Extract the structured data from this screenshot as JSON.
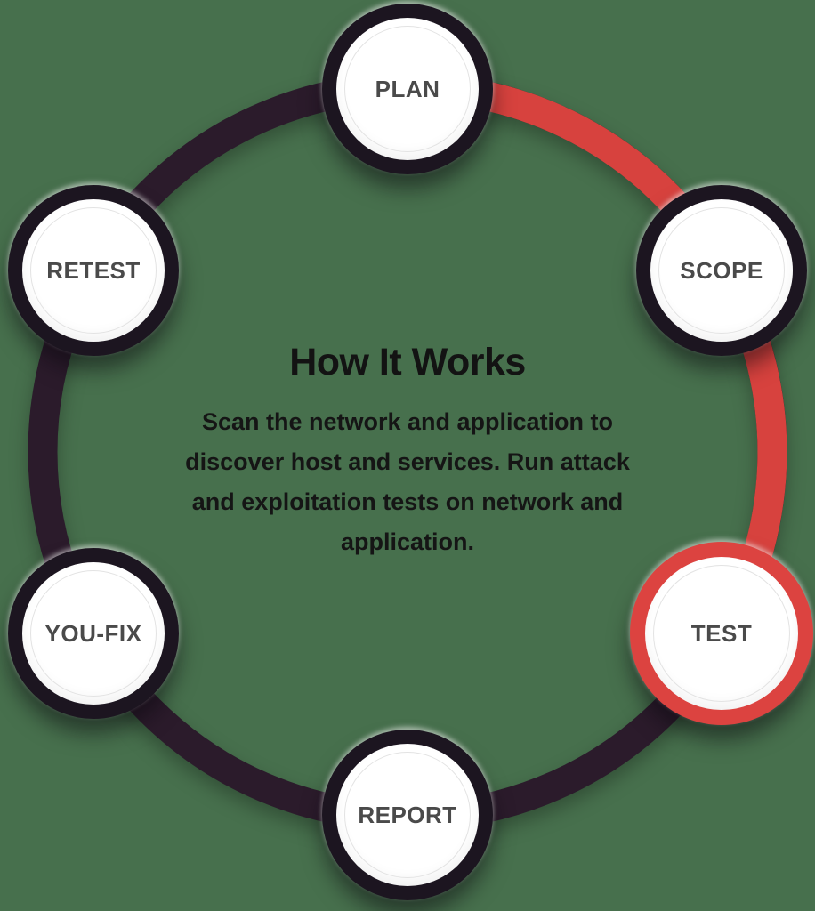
{
  "center": {
    "title": "How It Works",
    "description_lines": [
      "Scan the network and application to",
      "discover host and services. Run attack",
      "and exploitation tests on network and",
      "application."
    ]
  },
  "nodes": [
    {
      "label": "PLAN",
      "state": "default"
    },
    {
      "label": "SCOPE",
      "state": "default"
    },
    {
      "label": "TEST",
      "state": "active"
    },
    {
      "label": "REPORT",
      "state": "default"
    },
    {
      "label": "YOU-FIX",
      "state": "default"
    },
    {
      "label": "RETEST",
      "state": "default"
    }
  ],
  "colors": {
    "background": "#47704d",
    "ring_dark": "#2b1b2b",
    "ring_active": "#d7423e",
    "node_border_dark": "#1c1520",
    "node_border_active": "#dc4340",
    "node_fill": "#ffffff",
    "inner_circle": "#e3e3e3",
    "label_text": "#4a4a4a",
    "heading_text": "#131313"
  }
}
